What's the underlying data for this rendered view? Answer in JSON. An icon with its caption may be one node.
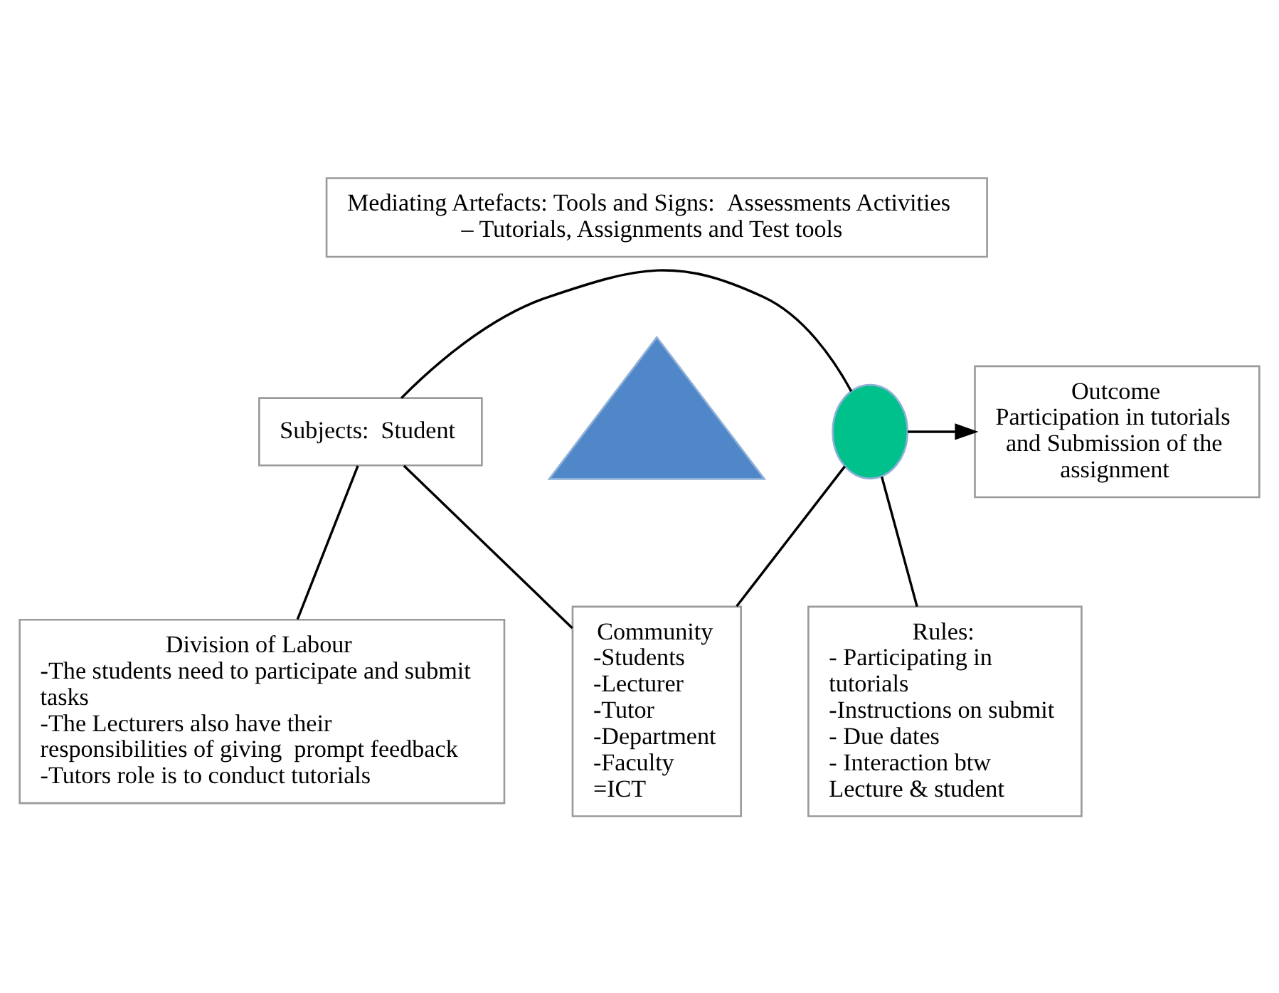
{
  "diagram": {
    "nodes": [
      {
        "text": [
          "Mediating Artefacts: Tools and Signs:  Assessments Activities – Tutorials, Assignments and Test tools"
        ]
      },
      {
        "text": [],
        "shape": "triangle"
      },
      {
        "text": [
          "Subjects:  Student"
        ]
      },
      {
        "text": [],
        "shape": "circle"
      },
      {
        "text": [
          "Outcome",
          "Participation in tutorials and Submission of the assignment"
        ]
      },
      {
        "text": [
          "Rules:",
          "- Participating in tutorials",
          "-Instructions on submit",
          "- Due dates",
          "- Interaction btw Lecture & student"
        ]
      },
      {
        "text": [
          "Community",
          "-Students",
          "-Lecturer",
          "-Tutor",
          "-Department",
          "-Faculty",
          "=ICT"
        ]
      },
      {
        "text": [
          "Division of Labour",
          "-The students need to participate and submit tasks",
          "-The Lecturers also have their responsibilities of giving  prompt feedback",
          "-Tutors role is to conduct tutorials"
        ]
      }
    ],
    "edges": [
      {
        "from": 2,
        "to": 3,
        "arrow": "none"
      },
      {
        "from": 2,
        "to": 6,
        "arrow": "none"
      },
      {
        "from": 2,
        "to": 7,
        "arrow": "none"
      },
      {
        "from": 5,
        "to": 3,
        "arrow": "none"
      },
      {
        "from": 6,
        "to": 3,
        "arrow": "none"
      },
      {
        "from": 3,
        "to": 4,
        "arrow": "to"
      }
    ]
  }
}
